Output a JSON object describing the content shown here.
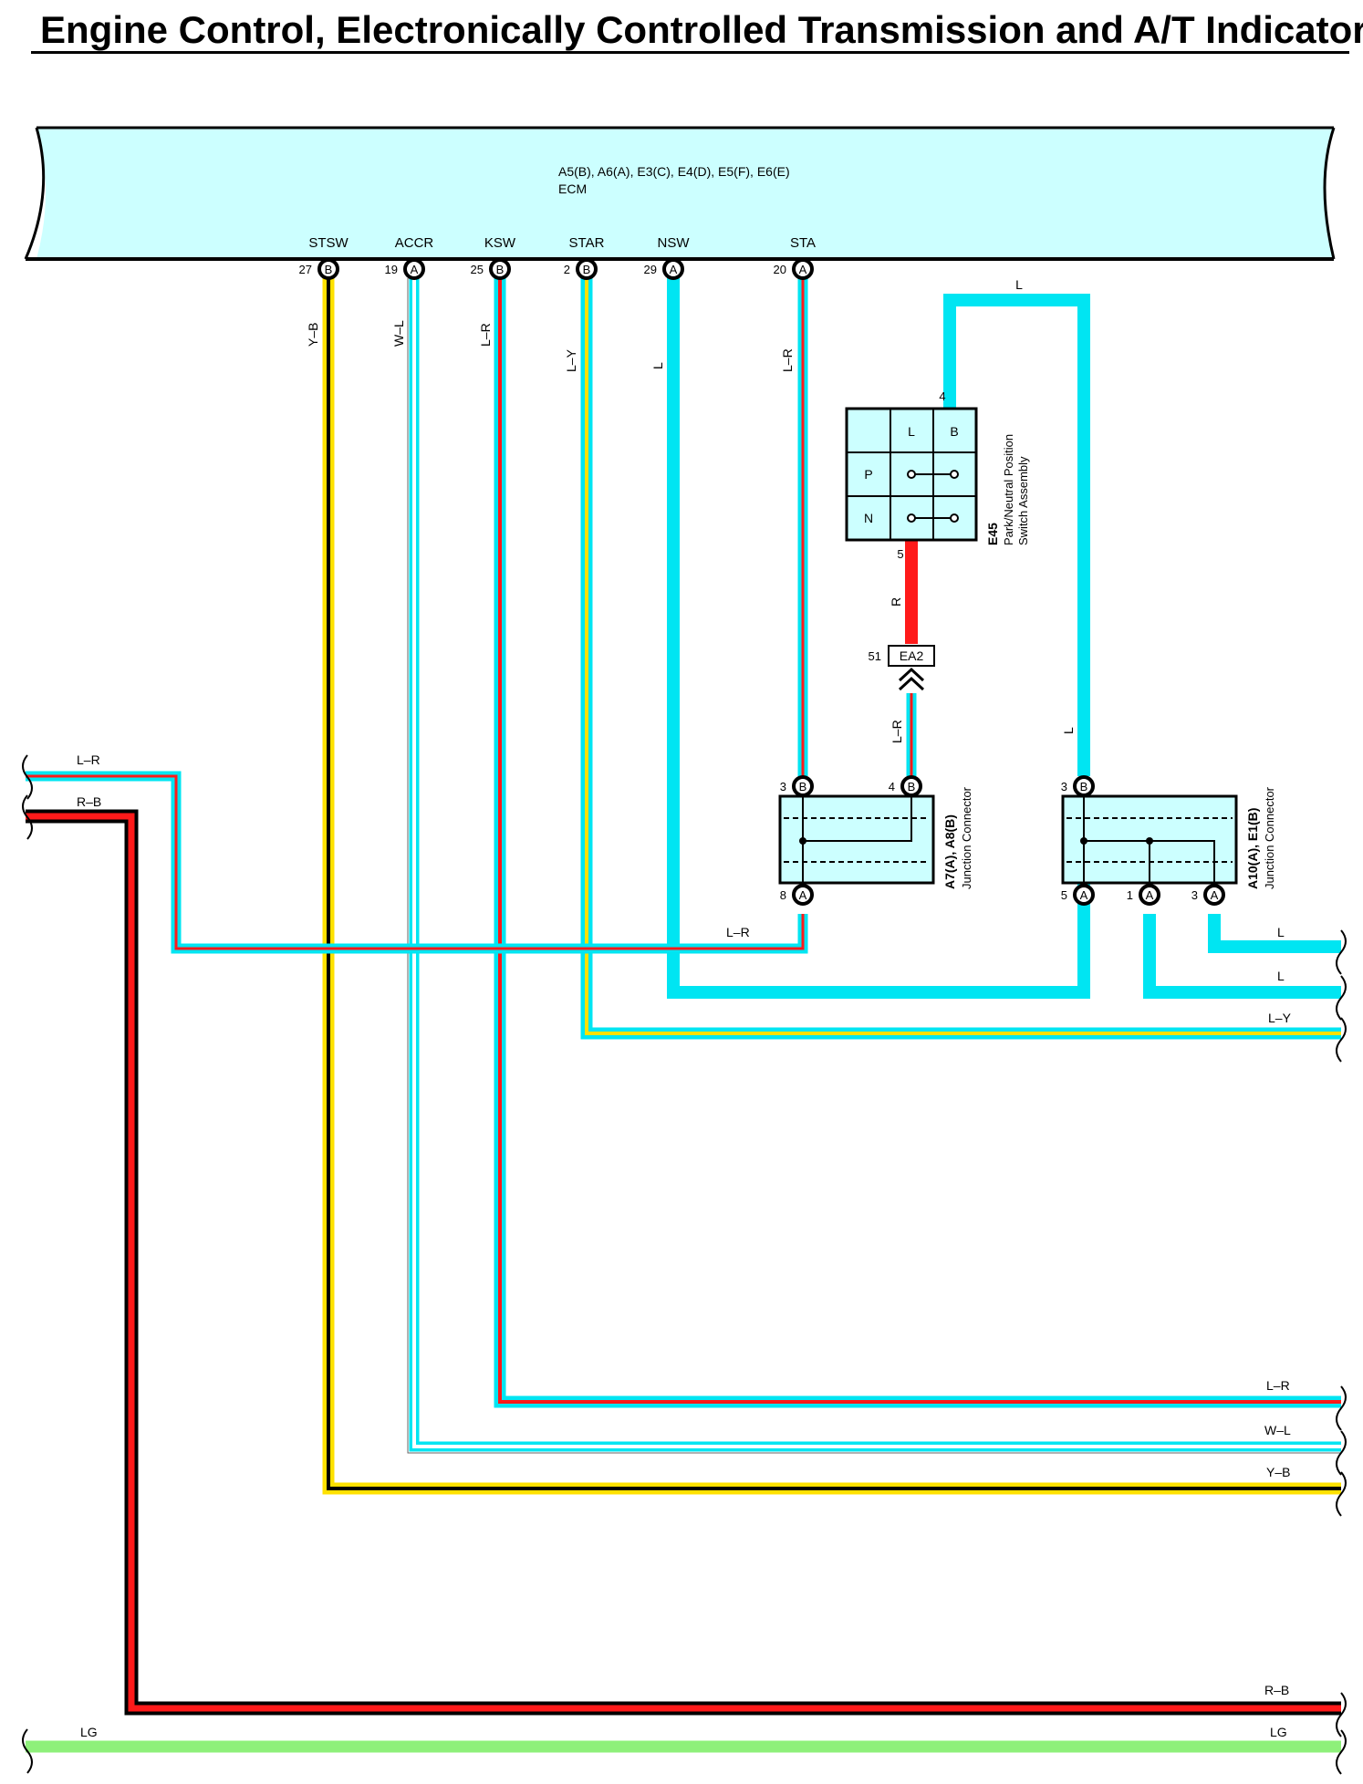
{
  "title": "Engine Control, Electronically Controlled Transmission and A/T Indicator",
  "ecm": {
    "connectors": "A5(B), A6(A), E3(C), E4(D), E5(F), E6(E)",
    "name": "ECM",
    "terminals": [
      {
        "name": "STSW",
        "pin": "27",
        "conn": "B"
      },
      {
        "name": "ACCR",
        "pin": "19",
        "conn": "A"
      },
      {
        "name": "KSW",
        "pin": "25",
        "conn": "B"
      },
      {
        "name": "STAR",
        "pin": "2",
        "conn": "B"
      },
      {
        "name": "NSW",
        "pin": "29",
        "conn": "A"
      },
      {
        "name": "STA",
        "pin": "20",
        "conn": "A"
      }
    ]
  },
  "wire_codes": {
    "stsw": "Y–B",
    "accr": "W–L",
    "ksw": "L–R",
    "star": "L–Y",
    "nsw": "L",
    "sta": "L–R",
    "pn_top": "L",
    "pn_down": "L",
    "pn_pin5": "R",
    "ea2_out": "L–R",
    "left_lr": "L–R",
    "left_rb": "R–B",
    "junc_lr": "L–R",
    "right_l1": "L",
    "right_l2": "L",
    "right_ly": "L–Y",
    "right_lr": "L–R",
    "right_wl": "W–L",
    "right_yb": "Y–B",
    "right_rb": "R–B",
    "lg_left": "LG",
    "lg_right": "LG"
  },
  "pn_switch": {
    "code": "E45",
    "name_line1": "Park/Neutral Position",
    "name_line2": "Switch Assembly",
    "col_L": "L",
    "col_B": "B",
    "row_P": "P",
    "row_N": "N",
    "pin_top": "4",
    "pin_bottom": "5"
  },
  "ea2": {
    "label": "EA2",
    "pin": "51"
  },
  "junction1": {
    "code": "A7(A), A8(B)",
    "name": "Junction Connector",
    "pins": [
      {
        "pin": "3",
        "conn": "B"
      },
      {
        "pin": "4",
        "conn": "B"
      },
      {
        "pin": "8",
        "conn": "A"
      }
    ]
  },
  "junction2": {
    "code": "A10(A), E1(B)",
    "name": "Junction Connector",
    "pins": [
      {
        "pin": "3",
        "conn": "B"
      },
      {
        "pin": "5",
        "conn": "A"
      },
      {
        "pin": "1",
        "conn": "A"
      },
      {
        "pin": "3",
        "conn": "A"
      }
    ]
  },
  "colors": {
    "L": "#00e5f2",
    "R": "#ff1a1a",
    "Y": "#ffe100",
    "B": "#000000",
    "W": "#ffffff",
    "LG": "#8ef07a",
    "ecm_fill": "#ccffff",
    "connector_fill": "#ccffff"
  }
}
